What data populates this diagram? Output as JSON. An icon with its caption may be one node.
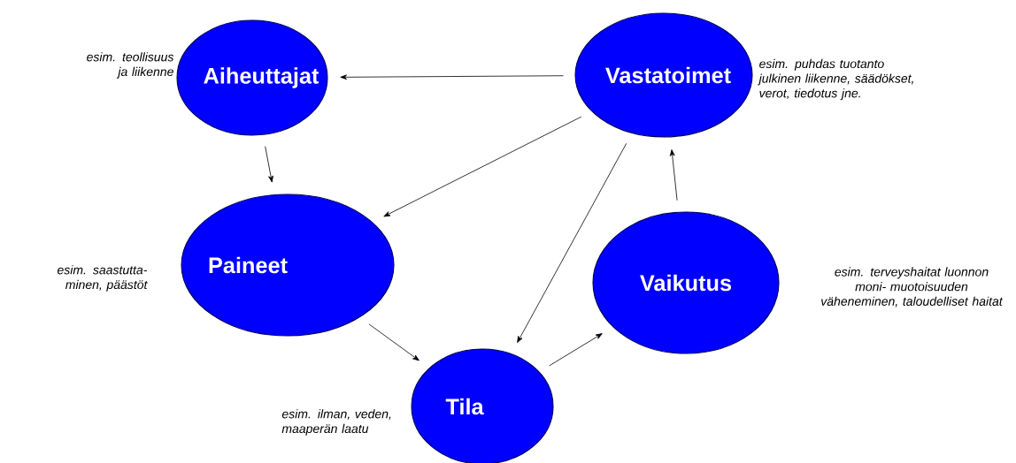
{
  "diagram": {
    "nodes": [
      {
        "text": [
          "Aiheuttajat"
        ],
        "beside": [
          "esim. teollisuus ja liikenne"
        ]
      },
      {
        "text": [
          "Vastatoimet"
        ],
        "beside": [
          "esim. puhdas tuotanto julkinen liikenne, säädökset, verot, tiedotus jne."
        ]
      },
      {
        "text": [
          "Paineet"
        ],
        "beside": [
          "esim. saastutta- minen, päästöt"
        ]
      },
      {
        "text": [
          "Vaikutus"
        ],
        "beside": [
          "esim. terveyshaitat luonnon moni- muotoisuuden väheneminen, taloudelliset haitat"
        ]
      },
      {
        "text": [
          "Tila"
        ],
        "beside": [
          "esim. ilman, veden, maaperän laatu"
        ]
      }
    ],
    "edges": [
      {
        "from": 1,
        "to": 0,
        "arrow": "to"
      },
      {
        "from": 0,
        "to": 2,
        "arrow": "to"
      },
      {
        "from": 1,
        "to": 2,
        "arrow": "to"
      },
      {
        "from": 1,
        "to": 4,
        "arrow": "to"
      },
      {
        "from": 2,
        "to": 4,
        "arrow": "to"
      },
      {
        "from": 4,
        "to": 3,
        "arrow": "to"
      },
      {
        "from": 3,
        "to": 1,
        "arrow": "to"
      }
    ]
  }
}
